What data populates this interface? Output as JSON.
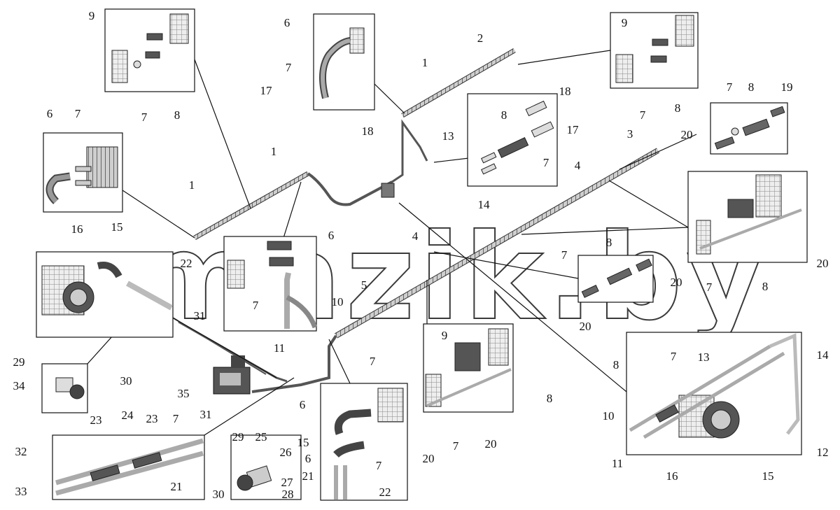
{
  "watermark": "mazik.by",
  "callout_labels": [
    "9",
    "7",
    "8",
    "6",
    "7",
    "17",
    "18",
    "2",
    "1",
    "9",
    "7",
    "8",
    "6",
    "7",
    "1",
    "1",
    "13",
    "8",
    "18",
    "17",
    "7",
    "14",
    "7",
    "8",
    "19",
    "20",
    "3",
    "4",
    "4",
    "5",
    "16",
    "15",
    "22",
    "31",
    "6",
    "7",
    "10",
    "11",
    "8",
    "7",
    "20",
    "20",
    "8",
    "7",
    "20",
    "9",
    "8",
    "7",
    "20",
    "29",
    "34",
    "30",
    "35",
    "7",
    "6",
    "15",
    "6",
    "21",
    "7",
    "22",
    "20",
    "23",
    "24",
    "23",
    "7",
    "31",
    "32",
    "33",
    "21",
    "29",
    "25",
    "26",
    "27",
    "30",
    "28",
    "8",
    "7",
    "13",
    "14",
    "10",
    "11",
    "16",
    "15",
    "12"
  ]
}
